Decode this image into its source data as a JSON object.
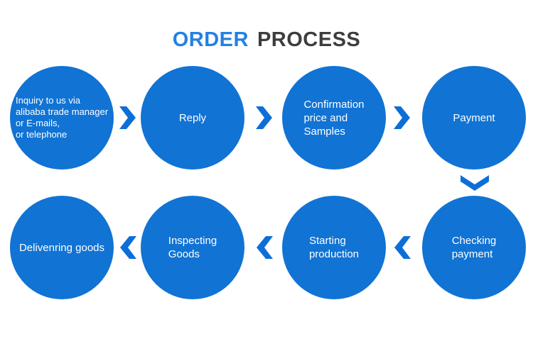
{
  "title": {
    "word1": "ORDER",
    "word2": "PROCESS"
  },
  "colors": {
    "circle_fill": "#1173d4",
    "arrow_fill": "#0d6ed8",
    "title_blue": "#2380e4",
    "title_dark": "#3d3d3d",
    "circle_text": "#ffffff",
    "background": "#ffffff"
  },
  "steps": [
    {
      "id": "inquiry",
      "label": "Inquiry to us via\nalibaba trade manager\nor E-mails,\nor telephone"
    },
    {
      "id": "reply",
      "label": "Reply"
    },
    {
      "id": "confirmation",
      "label": "Confirmation\nprice and\nSamples"
    },
    {
      "id": "payment",
      "label": "Payment"
    },
    {
      "id": "checking-payment",
      "label": "Checking\npayment"
    },
    {
      "id": "starting-production",
      "label": "Starting\nproduction"
    },
    {
      "id": "inspecting-goods",
      "label": "Inspecting\nGoods"
    },
    {
      "id": "delivering-goods",
      "label": "Delivenring goods"
    }
  ],
  "flow": {
    "arrows": [
      "right",
      "right",
      "right",
      "down",
      "left",
      "left",
      "left"
    ]
  }
}
